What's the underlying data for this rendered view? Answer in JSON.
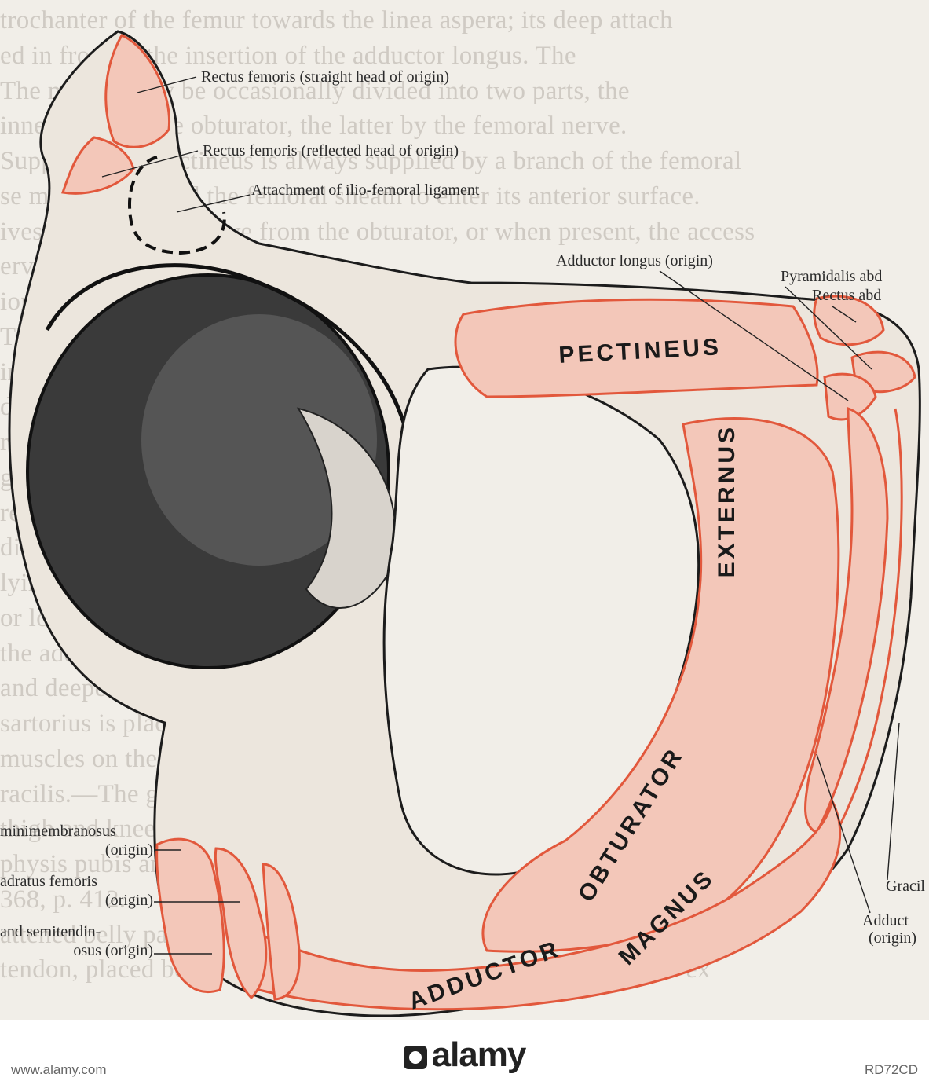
{
  "figure": {
    "labels": {
      "rectus_straight": "Rectus femoris (straight head of origin)",
      "rectus_reflected": "Rectus femoris (reflected head of origin)",
      "iliofemoral": "Attachment of ilio-femoral ligament",
      "adductor_longus": "Adductor longus (origin)",
      "pyramidalis": "Pyramidalis abd",
      "rectus_abd": "Rectus abd",
      "gracilis": "Gracil",
      "adductor_brevis_1": "Adduct",
      "adductor_brevis_2": "(origin)",
      "semimembranosus_1": "minimembranosus",
      "semimembranosus_2": "(origin)",
      "quadratus_1": "adratus femoris",
      "quadratus_2": "(origin)",
      "semitendinosus_1": "and semitendin-",
      "semitendinosus_2": "osus (origin)"
    },
    "muscle_names": {
      "pectineus": "PECTINEUS",
      "obturator": "OBTURATOR",
      "externus": "EXTERNUS",
      "adductor": "ADDUCTOR",
      "magnus": "MAGNUS"
    },
    "colors": {
      "muscle_outline": "#e2583c",
      "muscle_fill": "#f3c7b9",
      "paper": "#f1eee8",
      "ink": "#2b2b2b"
    },
    "background_text": [
      "trochanter of the femur towards the linea aspera; its deep attach",
      "ed in front of the insertion of the adductor longus. The",
      "The muscle may be occasionally divided into two parts, the",
      "innervated by the obturator, the latter by the femoral nerve.",
      "Supply.—The pectineus is always supplied by a branch of the femoral",
      "se medially behind the femoral sheath to enter its anterior surface.",
      "ives an additional nerve from the obturator, or when present, the access",
      "erve.",
      "ion.—The pectineus is mainly an adductor of the thigh; it also flexes",
      "THE ADDUCTOR GROUP OF MUSCLES",
      "ing in the medial region of the thigh are the gracilis, the",
      "dductor longus, adductor brevis, and adductor magnus.",
      "re placed.",
      "gracilis is superficially placed along the medial side of the thigh.",
      "remaining muscles occupy the space between the shaft of the femur",
      "divided into the adductor longus, lying in the same plane as",
      "lying more medially in the femoral triangle; adductor brevis",
      "or longus in contact with the obturator externus, along with",
      "the adductor longus and adductor brevis, while the adductor magnus",
      "and deepest of the muscles, is in contact with each other and",
      "sartorius is placed on its posterior surface, in contact with",
      "muscles on the back of the thigh.",
      "racilis.—The gracilis is a long, slender muscle which arises from the",
      "thigh and knee by a thin tendon from the lower half of the",
      "physis pubis and the upper half of the pubic arch, a distance of two",
      "368, p. 412.",
      "attened belly passes distally along the medial side of the thigh to the",
      "tendon, placed between the sartorius and semitendinosus, which ex"
    ]
  },
  "footer": {
    "logo_text": "alamy",
    "stock_id": "RD72CD",
    "url": "www.alamy.com"
  }
}
